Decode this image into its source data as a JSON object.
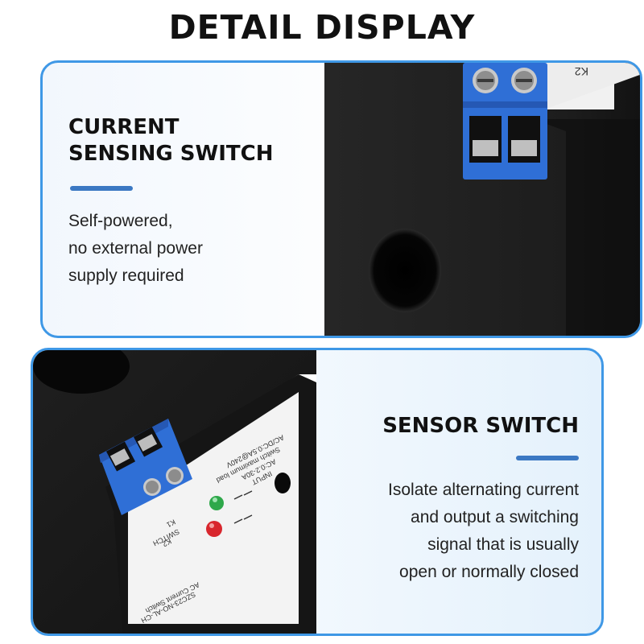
{
  "page": {
    "title": "DETAIL DISPLAY"
  },
  "top_panel": {
    "heading_line1": "CURRENT",
    "heading_line2": "SENSING SWITCH",
    "desc_lines": [
      "Self-powered,",
      "no external power",
      "supply required"
    ],
    "label_text": "K2"
  },
  "bottom_panel": {
    "heading": "SENSOR SWITCH",
    "desc_lines": [
      "Isolate alternating current",
      "and output a switching",
      "signal that is usually",
      "open or normally closed"
    ],
    "label_lines": [
      "AC/DC:0.5A@240V",
      "Switch maximum load",
      "AC:0.2-30A",
      "INPUT",
      "SWITCH",
      "K1",
      "K2",
      "SZC23-NO-AL-CH",
      "AC Current Switch"
    ]
  },
  "colors": {
    "panel_border": "#3f98e6",
    "accent_bar": "#3b78c3",
    "terminal_blue": "#2f6fd6",
    "housing": "#1b1b1b",
    "led_green": "#2ea84a",
    "led_red": "#d8262d"
  }
}
